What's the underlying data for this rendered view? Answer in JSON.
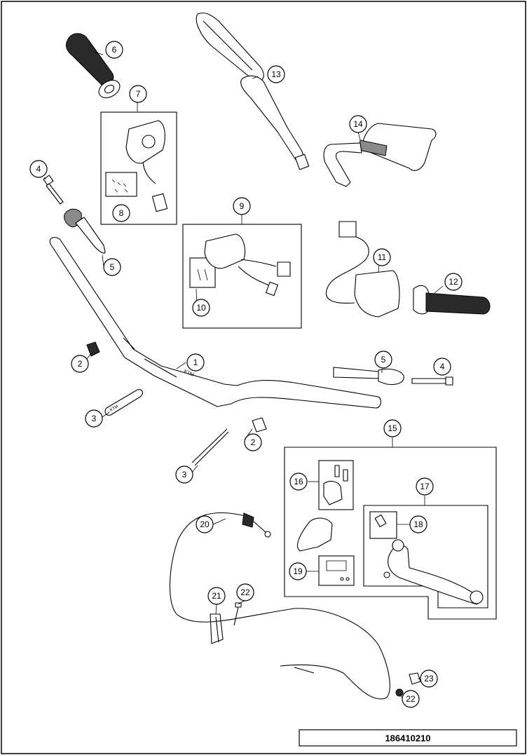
{
  "callouts": [
    {
      "label": "1"
    },
    {
      "label": "2"
    },
    {
      "label": "2"
    },
    {
      "label": "3"
    },
    {
      "label": "3"
    },
    {
      "label": "4"
    },
    {
      "label": "4"
    },
    {
      "label": "5"
    },
    {
      "label": "5"
    },
    {
      "label": "6"
    },
    {
      "label": "7"
    },
    {
      "label": "8"
    },
    {
      "label": "9"
    },
    {
      "label": "10"
    },
    {
      "label": "11"
    },
    {
      "label": "12"
    },
    {
      "label": "13"
    },
    {
      "label": "14"
    },
    {
      "label": "15"
    },
    {
      "label": "16"
    },
    {
      "label": "17"
    },
    {
      "label": "18"
    },
    {
      "label": "19"
    },
    {
      "label": "20"
    },
    {
      "label": "21"
    },
    {
      "label": "22"
    },
    {
      "label": "22"
    },
    {
      "label": "23"
    }
  ],
  "drawing_number": "186410210"
}
